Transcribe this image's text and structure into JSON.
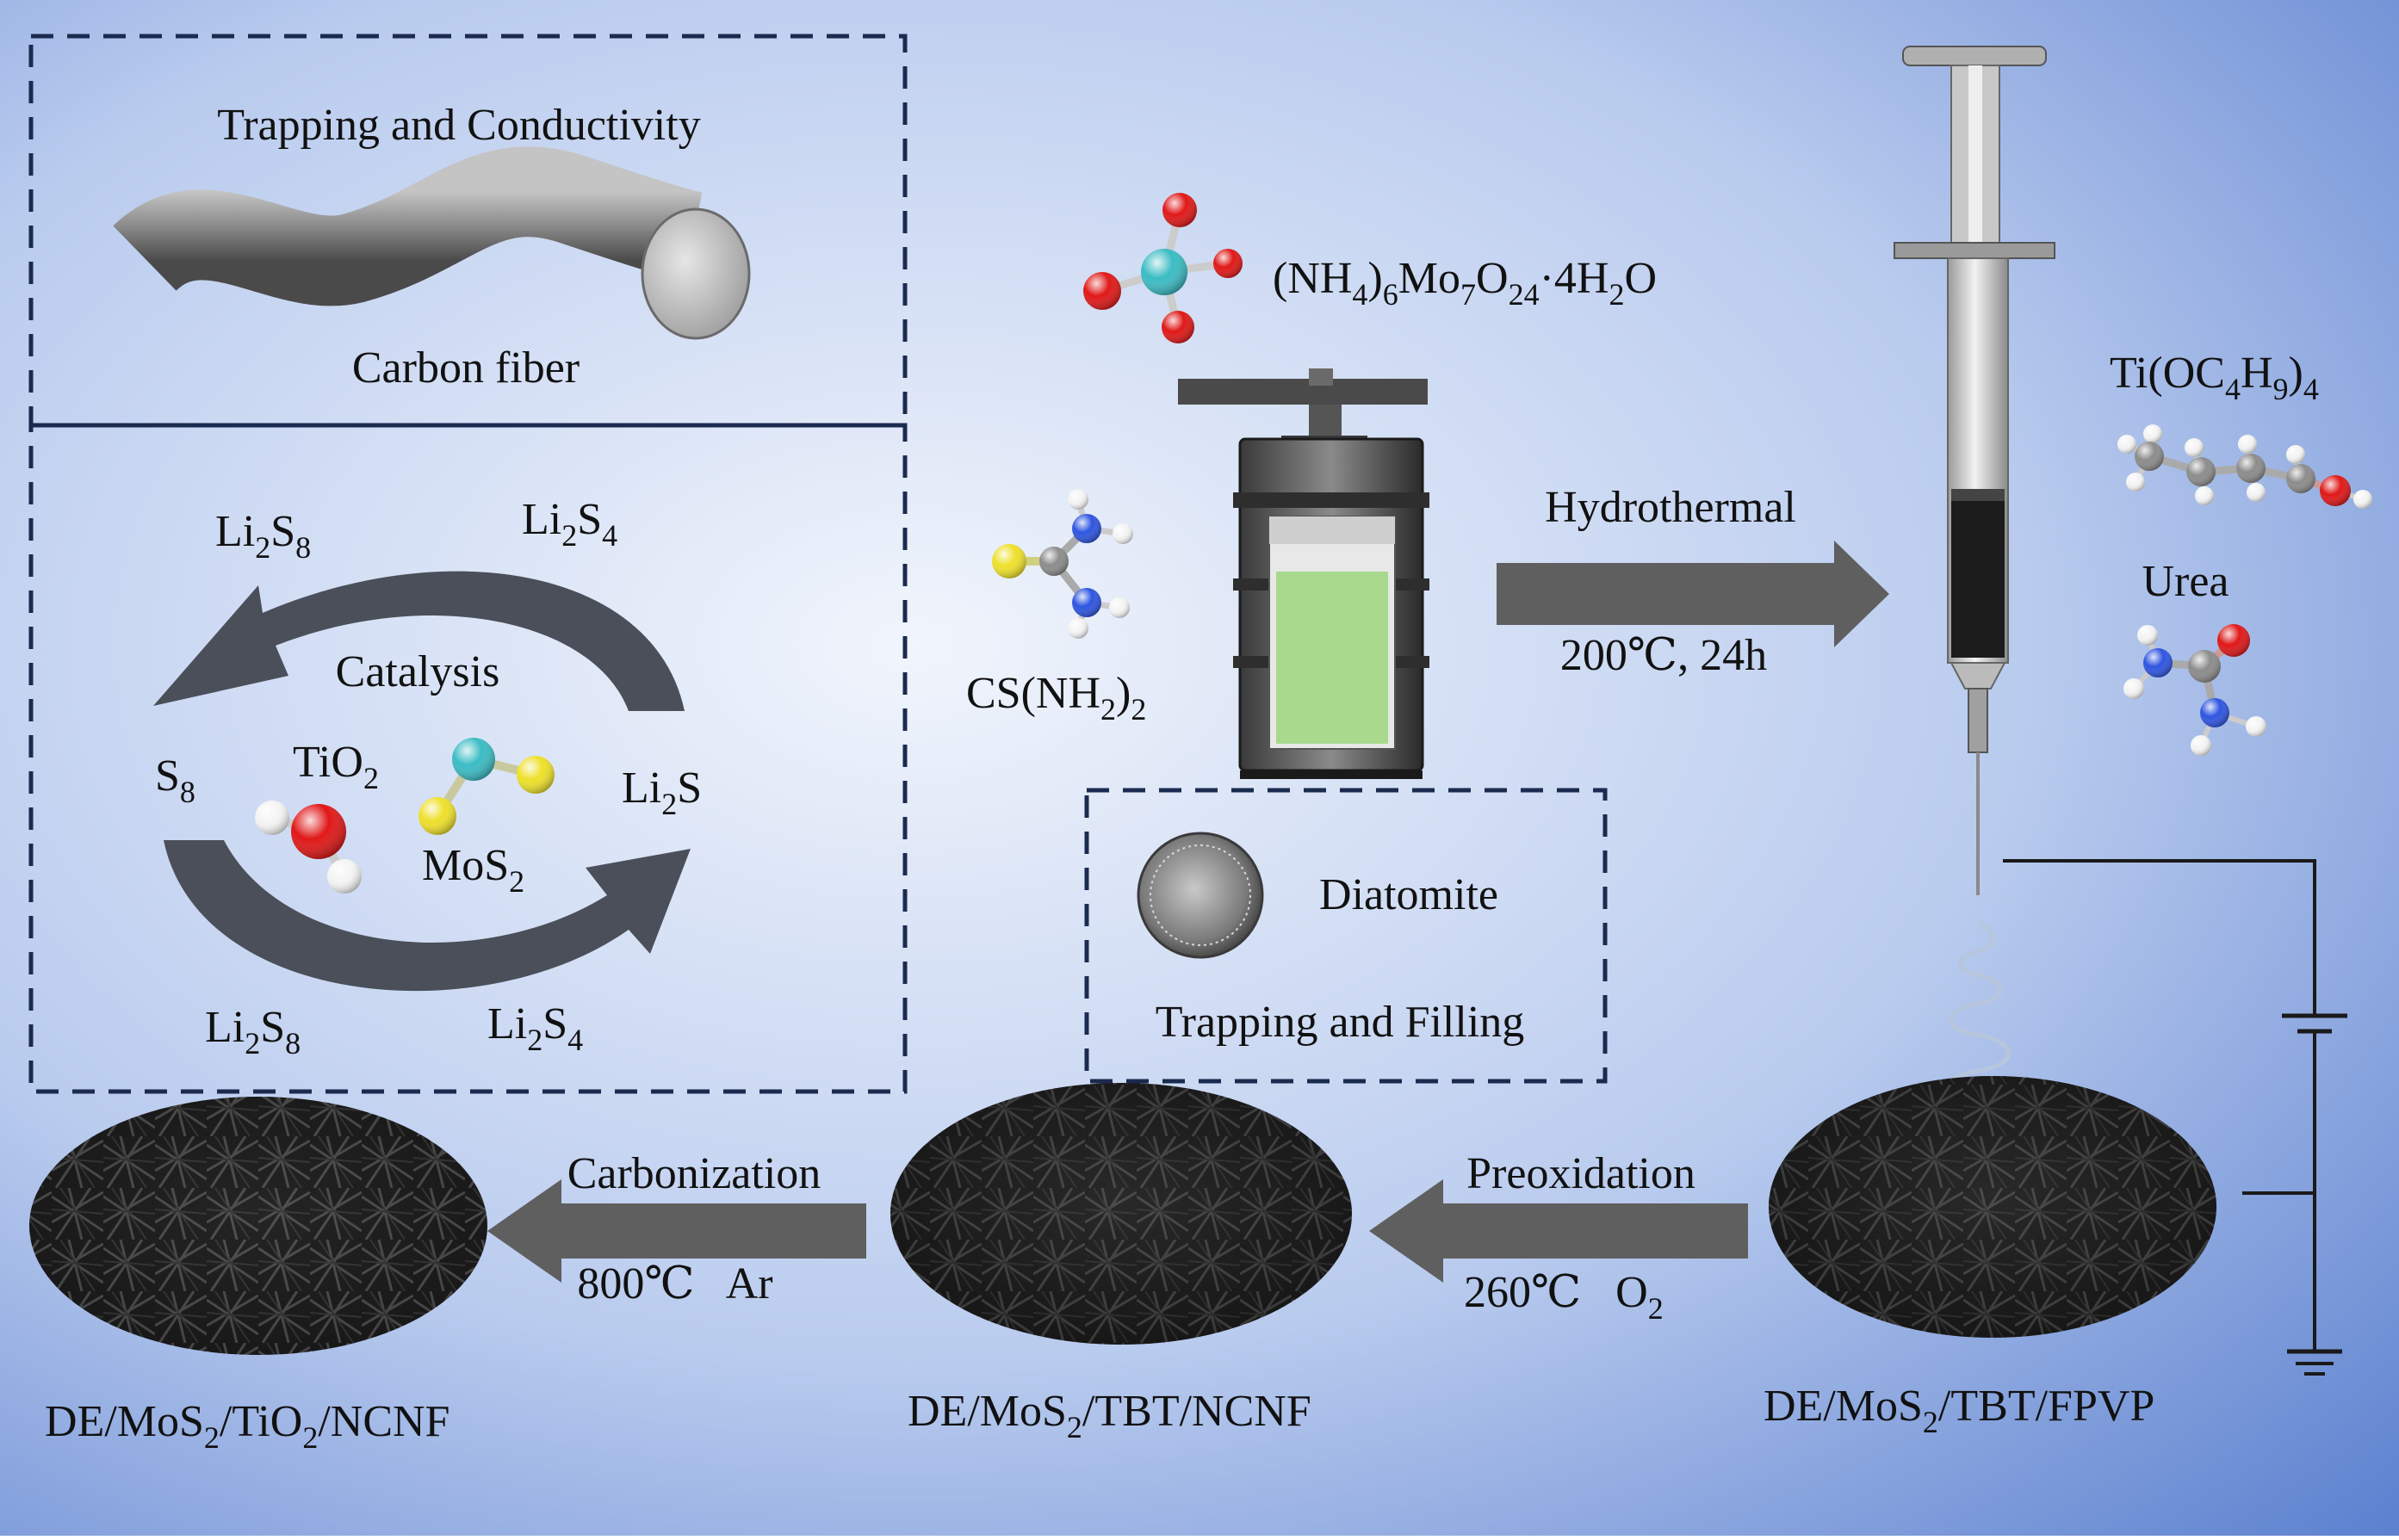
{
  "panels": {
    "carbon_fiber": {
      "title": "Trapping and Conductivity",
      "caption": "Carbon fiber"
    },
    "catalysis": {
      "center": "Catalysis",
      "species_top_left": {
        "base": "Li",
        "s1": "2",
        "mid": "S",
        "s2": "8"
      },
      "species_top_right": {
        "base": "Li",
        "s1": "2",
        "mid": "S",
        "s2": "4"
      },
      "species_bottom_left": {
        "base": "Li",
        "s1": "2",
        "mid": "S",
        "s2": "8"
      },
      "species_bottom_right": {
        "base": "Li",
        "s1": "2",
        "mid": "S",
        "s2": "4"
      },
      "left_node": {
        "base": "S",
        "s1": "8"
      },
      "right_node": {
        "base": "Li",
        "s1": "2",
        "mid": "S"
      },
      "tio2": {
        "base": "TiO",
        "s1": "2"
      },
      "mos2": {
        "base": "MoS",
        "s1": "2"
      }
    },
    "diatomite": {
      "name": "Diatomite",
      "caption": "Trapping and Filling"
    }
  },
  "reagents": {
    "molybdate": {
      "p1": "(NH",
      "s1": "4",
      "p2": ")",
      "s2": "6",
      "p3": "Mo",
      "s3": "7",
      "p4": "O",
      "s4": "24",
      "p5": "·4H",
      "s5": "2",
      "p6": "O"
    },
    "thiourea": {
      "p1": "CS(NH",
      "s1": "2",
      "p2": ")",
      "s2": "2"
    },
    "tbt": {
      "p1": "Ti(OC",
      "s1": "4",
      "p2": "H",
      "s2": "9",
      "p3": ")",
      "s3": "4"
    },
    "urea": "Urea"
  },
  "steps": {
    "hydrothermal": {
      "label": "Hydrothermal",
      "condition": "200℃, 24h"
    },
    "preoxidation": {
      "label": "Preoxidation",
      "cond_temp": "260℃",
      "cond_gas": "O",
      "cond_gas_sub": "2"
    },
    "carbonization": {
      "label": "Carbonization",
      "condition": "800℃   Ar"
    }
  },
  "products": {
    "fpvp": {
      "p1": "DE/MoS",
      "s1": "2",
      "p2": "/TBT/FPVP"
    },
    "ncnf": {
      "p1": "DE/MoS",
      "s1": "2",
      "p2": "/TBT/NCNF"
    },
    "final": {
      "p1": "DE/MoS",
      "s1": "2",
      "p2": "/TiO",
      "s2": "2",
      "p3": "/NCNF"
    }
  },
  "colors": {
    "bg_light": "#eef3fb",
    "bg_dark": "#5c82cf",
    "arrow": "#5f5f5f",
    "mat_dark": "#1a1a1a",
    "atom_O": "#e01818",
    "atom_Mo": "#3bbcc4",
    "atom_S": "#eee02a",
    "atom_N": "#2e55e0",
    "atom_C": "#8c8c8c",
    "atom_H": "#f4f4f4",
    "liquid": "#a8d98c"
  }
}
